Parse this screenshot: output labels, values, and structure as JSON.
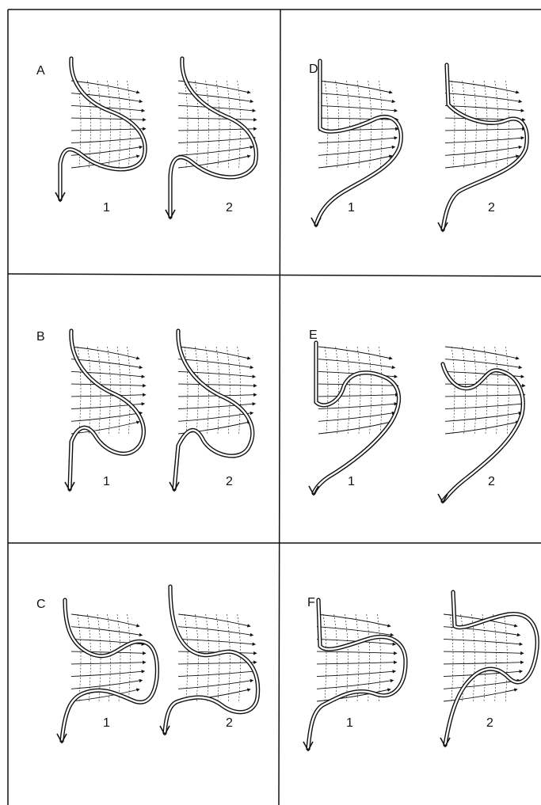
{
  "figure": {
    "panels": [
      {
        "letter": "A",
        "subfigures": [
          "1",
          "2"
        ]
      },
      {
        "letter": "D",
        "subfigures": [
          "1",
          "2"
        ]
      },
      {
        "letter": "B",
        "subfigures": [
          "1",
          "2"
        ]
      },
      {
        "letter": "E",
        "subfigures": [
          "1",
          "2"
        ]
      },
      {
        "letter": "C",
        "subfigures": [
          "1",
          "2"
        ]
      },
      {
        "letter": "F",
        "subfigures": [
          "1",
          "2"
        ]
      }
    ],
    "line_color": "#111111",
    "background": "#ffffff"
  }
}
